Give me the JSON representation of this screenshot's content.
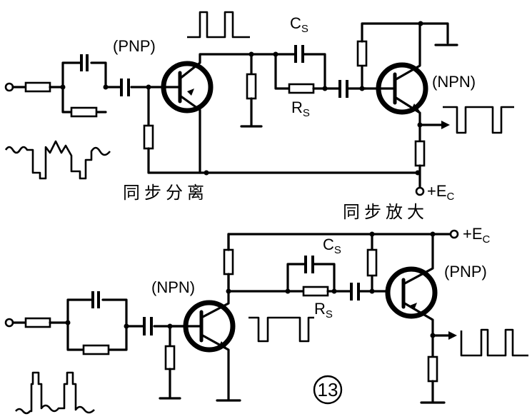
{
  "upper_circuit": {
    "q1_type": "(PNP)",
    "q2_type": "(NPN)",
    "cs_label": "C",
    "cs_sub": "S",
    "rs_label": "R",
    "rs_sub": "S",
    "supply_label": "+E",
    "supply_sub": "C",
    "caption_left": "同步分离",
    "caption_right": "同步放大"
  },
  "lower_circuit": {
    "q1_type": "(NPN)",
    "q2_type": "(PNP)",
    "cs_label": "C",
    "cs_sub": "S",
    "rs_label": "R",
    "rs_sub": "S",
    "supply_label": "+E",
    "supply_sub": "C"
  },
  "figure_number": "13"
}
